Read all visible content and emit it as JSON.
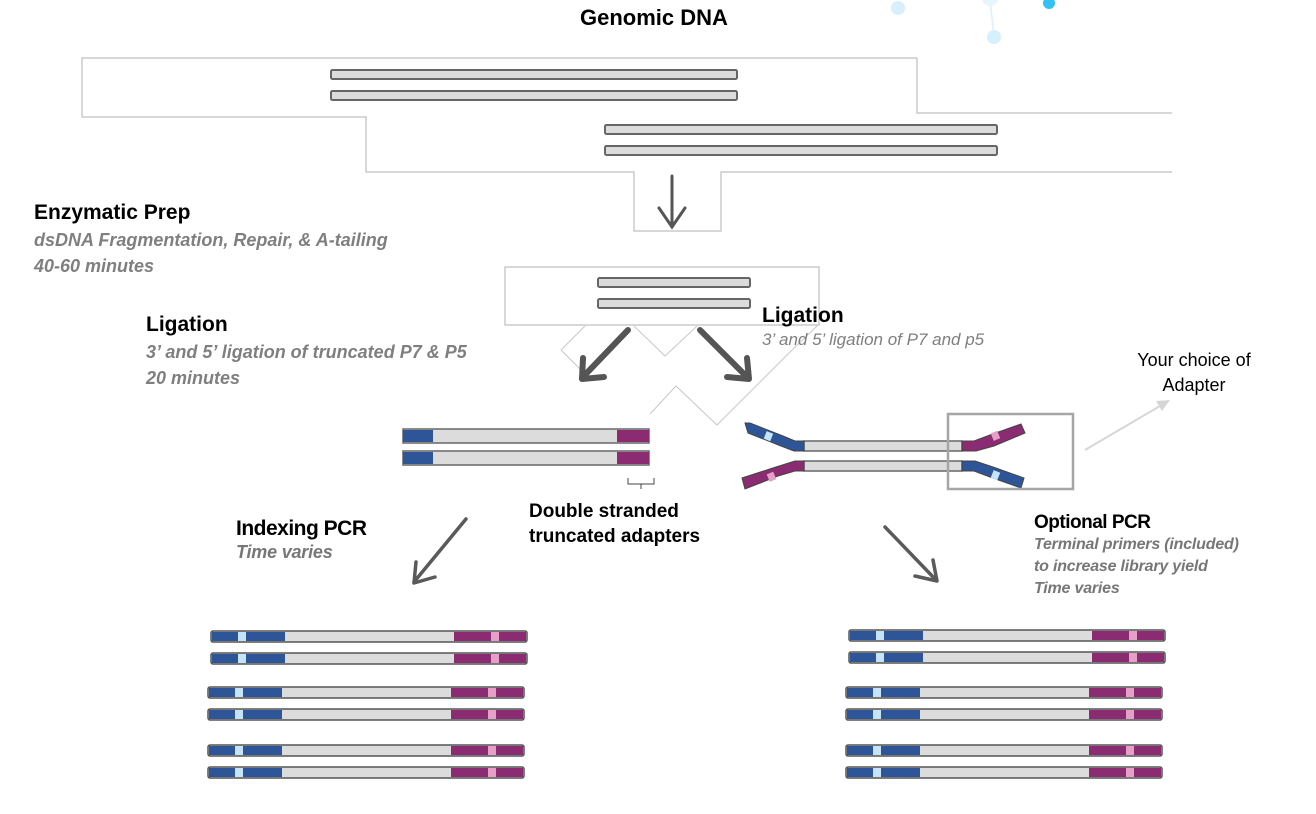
{
  "diagram": {
    "title": "Genomic DNA",
    "steps": {
      "enzymatic_prep": {
        "title": "Enzymatic Prep",
        "description": "dsDNA Fragmentation, Repair, & A-tailing",
        "duration": "40-60 minutes"
      },
      "ligation_truncated": {
        "title": "Ligation",
        "description": "3’ and 5’ ligation  of truncated P7 & P5",
        "duration": "20 minutes"
      },
      "ligation_full": {
        "title": "Ligation",
        "description": "3’ and 5’ ligation of P7 and p5"
      },
      "indexing_pcr": {
        "title": "Indexing PCR",
        "duration": "Time varies"
      },
      "optional_pcr": {
        "title": "Optional PCR",
        "description_line1": "Terminal primers (included)",
        "description_line2": "to increase library yield",
        "duration": "Time varies"
      }
    },
    "annotations": {
      "truncated_adapters_line1": "Double stranded",
      "truncated_adapters_line2": "truncated adapters",
      "adapter_choice_line1": "Your choice of",
      "adapter_choice_line2": "Adapter"
    },
    "colors": {
      "p5_blue": "#2e5597",
      "p7_purple": "#8b2b72",
      "index_light_blue": "#c5e4f7",
      "index_pink": "#e6a0c8",
      "insert_gray": "#dcdcdd",
      "outline": "#555555",
      "arrow_gray": "#555555",
      "decor_cyan": "#2ec1f0"
    },
    "icons": [
      "down-arrow-icon",
      "diagonal-arrow-icon",
      "bracket-icon",
      "molecule-decoration-icon"
    ]
  }
}
